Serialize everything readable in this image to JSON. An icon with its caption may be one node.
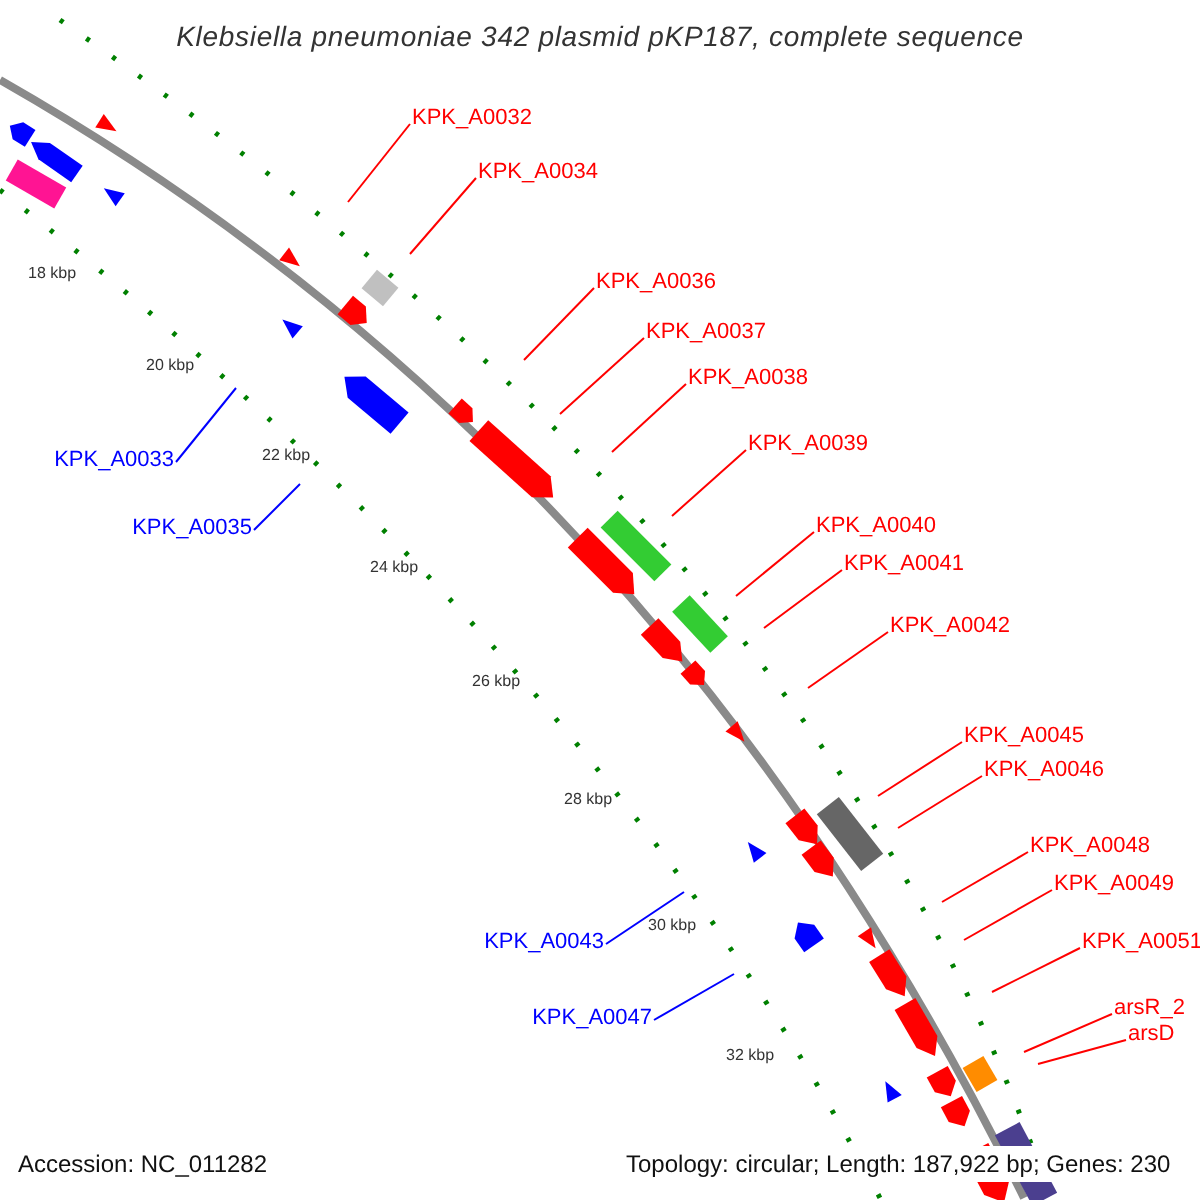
{
  "diagram": {
    "title": "Klebsiella pneumoniae 342 plasmid pKP187, complete sequence",
    "nodes": [
      {
        "text": [
          "KPK_A0032"
        ]
      },
      {
        "text": [
          "KPK_A0034"
        ]
      },
      {
        "text": [
          "KPK_A0036"
        ]
      },
      {
        "text": [
          "KPK_A0037"
        ]
      },
      {
        "text": [
          "KPK_A0038"
        ]
      },
      {
        "text": [
          "KPK_A0039"
        ]
      },
      {
        "text": [
          "KPK_A0040"
        ]
      },
      {
        "text": [
          "KPK_A0041"
        ]
      },
      {
        "text": [
          "KPK_A0042"
        ]
      },
      {
        "text": [
          "KPK_A0045"
        ]
      },
      {
        "text": [
          "KPK_A0046"
        ]
      },
      {
        "text": [
          "KPK_A0048"
        ]
      },
      {
        "text": [
          "KPK_A0049"
        ]
      },
      {
        "text": [
          "KPK_A0051"
        ]
      },
      {
        "text": [
          "arsR_2"
        ]
      },
      {
        "text": [
          "arsD"
        ]
      },
      {
        "text": [
          "KPK_A0033"
        ]
      },
      {
        "text": [
          "KPK_A0035"
        ]
      },
      {
        "text": [
          "KPK_A0043"
        ]
      },
      {
        "text": [
          "KPK_A0047"
        ]
      }
    ],
    "edges": [
      {
        "from": 0,
        "to": null,
        "arrow": "none"
      },
      {
        "from": 1,
        "to": null,
        "arrow": "none"
      },
      {
        "from": 2,
        "to": null,
        "arrow": "none"
      },
      {
        "from": 3,
        "to": null,
        "arrow": "none"
      },
      {
        "from": 4,
        "to": null,
        "arrow": "none"
      },
      {
        "from": 5,
        "to": null,
        "arrow": "none"
      },
      {
        "from": 6,
        "to": null,
        "arrow": "none"
      },
      {
        "from": 7,
        "to": null,
        "arrow": "none"
      },
      {
        "from": 8,
        "to": null,
        "arrow": "none"
      },
      {
        "from": 9,
        "to": null,
        "arrow": "none"
      },
      {
        "from": 10,
        "to": null,
        "arrow": "none"
      },
      {
        "from": 11,
        "to": null,
        "arrow": "none"
      },
      {
        "from": 12,
        "to": null,
        "arrow": "none"
      },
      {
        "from": 13,
        "to": null,
        "arrow": "none"
      },
      {
        "from": 14,
        "to": null,
        "arrow": "none"
      },
      {
        "from": 15,
        "to": null,
        "arrow": "none"
      },
      {
        "from": 16,
        "to": null,
        "arrow": "none",
        "color": "#0000ff"
      },
      {
        "from": 17,
        "to": null,
        "arrow": "none",
        "color": "#0000ff"
      },
      {
        "from": 18,
        "to": null,
        "arrow": "none",
        "color": "#0000ff"
      },
      {
        "from": 19,
        "to": null,
        "arrow": "none",
        "color": "#0000ff"
      }
    ],
    "labels": [
      "18 kbp",
      "20 kbp",
      "22 kbp",
      "24 kbp",
      "26 kbp",
      "28 kbp",
      "30 kbp",
      "32 kbp",
      "Accession: NC_011282",
      "Topology: circular; Length: 187,922 bp; Genes: 230"
    ]
  }
}
